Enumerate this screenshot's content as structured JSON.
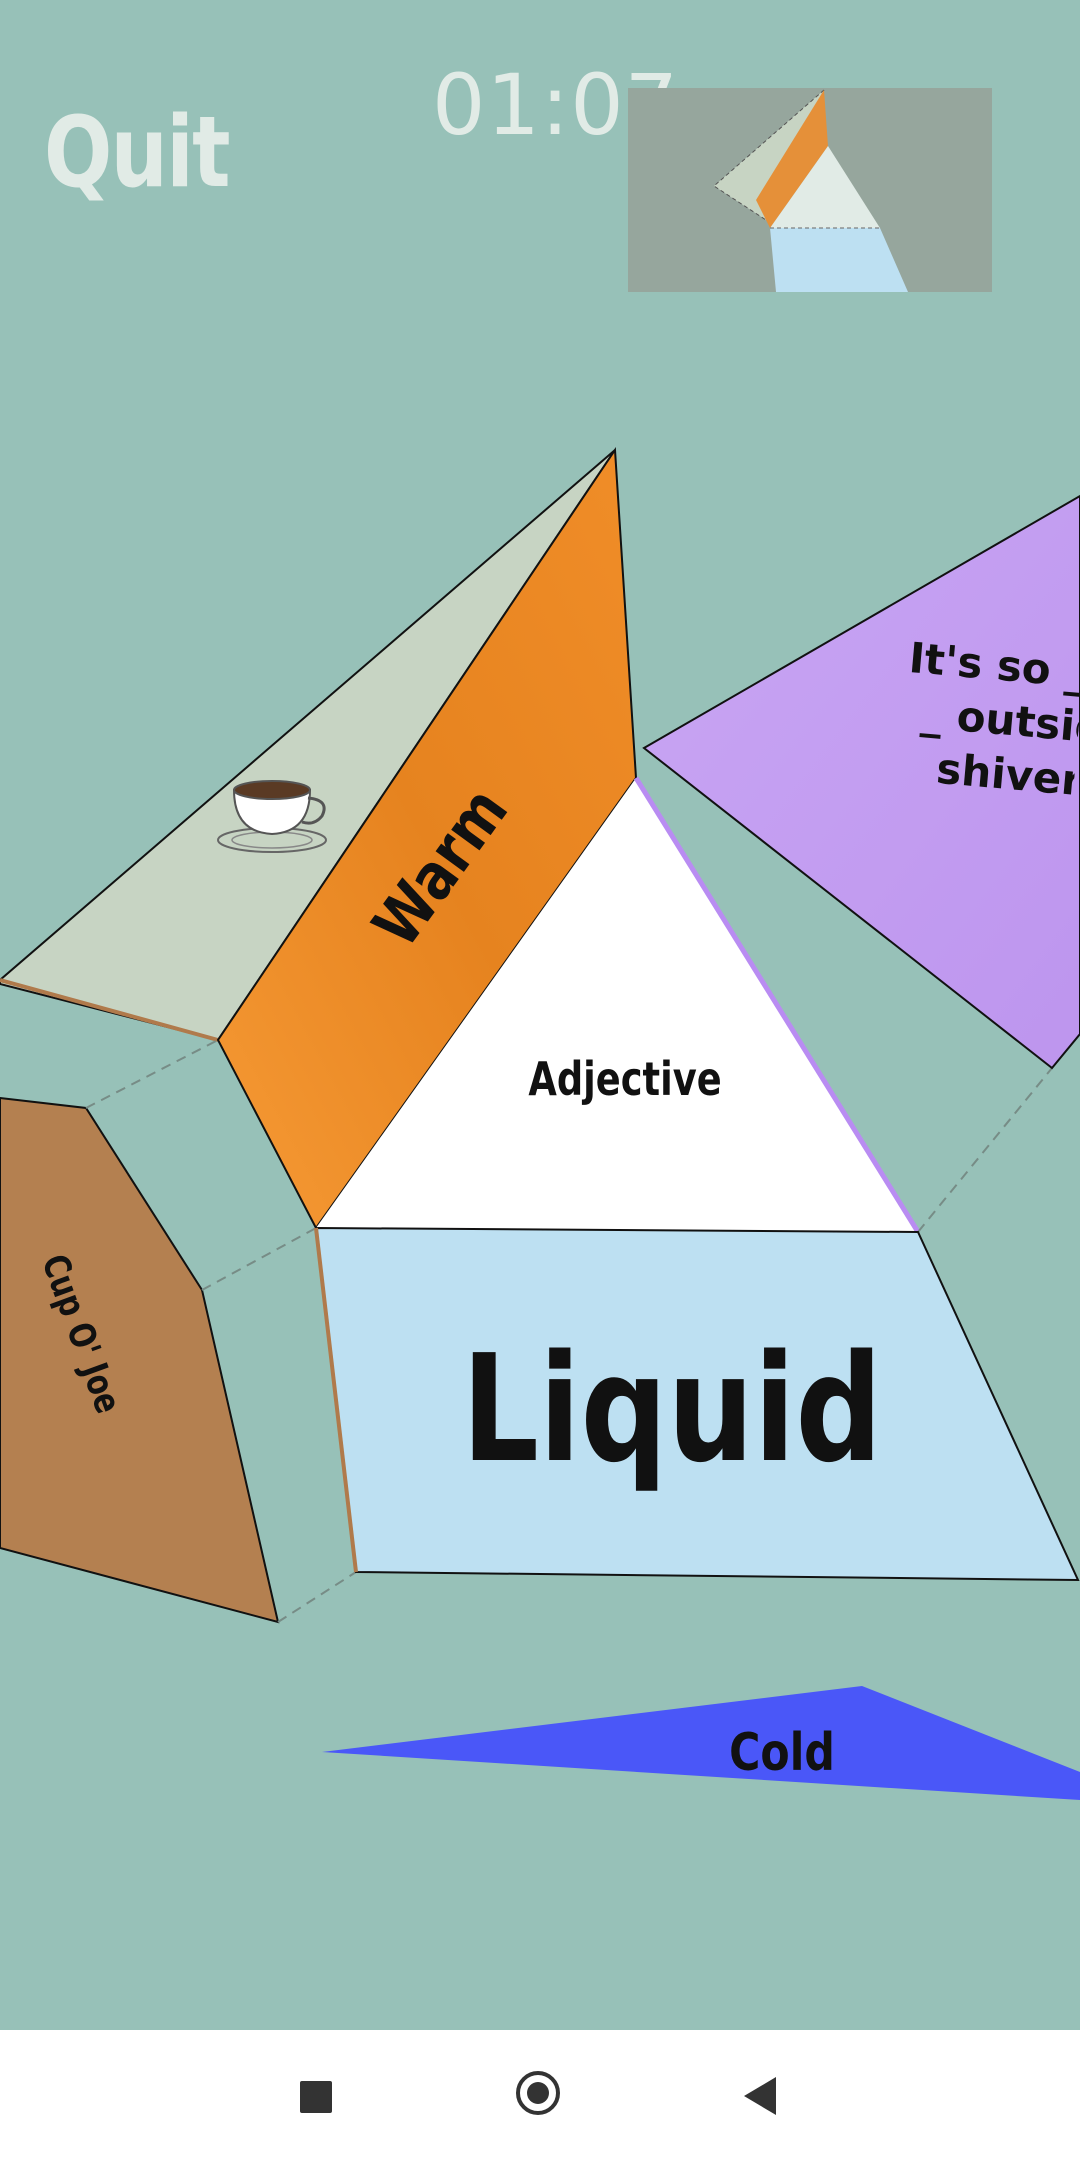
{
  "header": {
    "quit_label": "Quit",
    "timer": "01:07"
  },
  "pieces": {
    "center": "Adjective",
    "bottom": "Liquid",
    "left_top": "Warm",
    "left_far": "Cup O' Joe",
    "right": "It's so ___ outside! I'm shivering",
    "floating": "Cold",
    "image_piece_icon": "coffee-cup-icon"
  },
  "colors": {
    "background": "#97c1b8",
    "warm_piece": "#ef8a26",
    "liquid_piece": "#bde0f2",
    "sentence_piece": "#c39df0",
    "cold_piece": "#4a57f8",
    "cup_piece": "#b48050",
    "image_piece": "#c7d4c3"
  },
  "nav": {
    "square_icon": "recent-apps-icon",
    "circle_icon": "home-icon",
    "triangle_icon": "back-icon"
  }
}
